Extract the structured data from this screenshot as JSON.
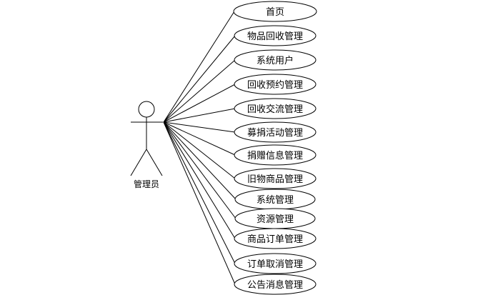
{
  "actor": {
    "label": "管理员"
  },
  "use_cases": [
    {
      "id": "home",
      "label": "首页"
    },
    {
      "id": "item-recycle-mgmt",
      "label": "物品回收管理"
    },
    {
      "id": "system-user",
      "label": "系统用户"
    },
    {
      "id": "recycle-reservation-mgmt",
      "label": "回收预约管理"
    },
    {
      "id": "recycle-exchange-mgmt",
      "label": "回收交流管理"
    },
    {
      "id": "fundraising-activity-mgmt",
      "label": "募捐活动管理"
    },
    {
      "id": "donation-info-mgmt",
      "label": "捐赠信息管理"
    },
    {
      "id": "used-goods-mgmt",
      "label": "旧物商品管理"
    },
    {
      "id": "system-mgmt",
      "label": "系统管理"
    },
    {
      "id": "resource-mgmt",
      "label": "资源管理"
    },
    {
      "id": "goods-order-mgmt",
      "label": "商品订单管理"
    },
    {
      "id": "order-cancel-mgmt",
      "label": "订单取消管理"
    },
    {
      "id": "announcement-mgmt",
      "label": "公告消息管理"
    }
  ]
}
